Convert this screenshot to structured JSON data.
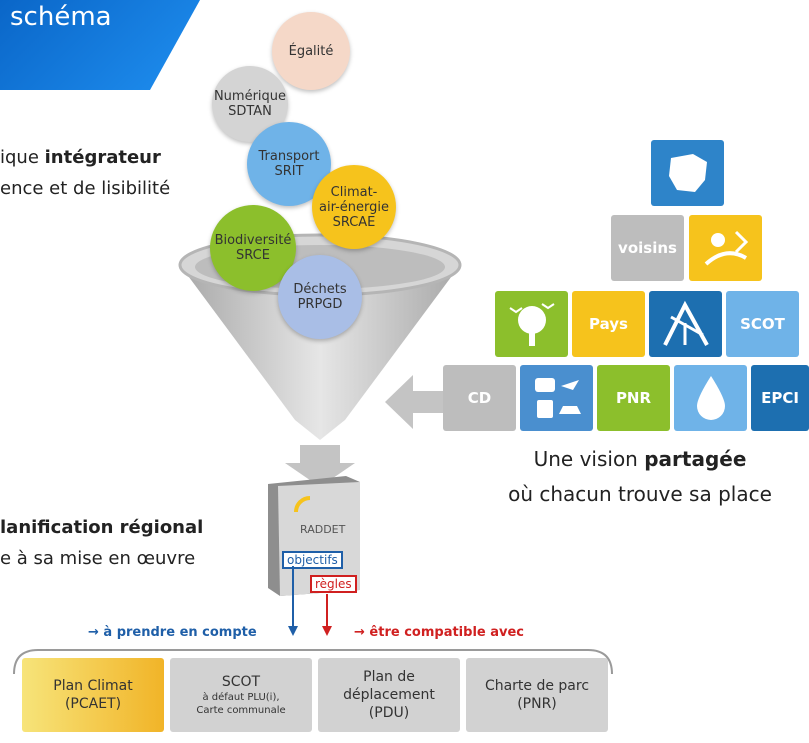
{
  "banner": {
    "title": "schéma"
  },
  "left_text": {
    "line1_prefix": "ique ",
    "line1_bold": "intégrateur",
    "line2": "ence et de lisibilité",
    "line3_bold": "lanification régional",
    "line4": "e à sa mise en œuvre"
  },
  "circles": [
    {
      "label": "Égalité",
      "color": "#f5d8c8"
    },
    {
      "label_1": "Numérique",
      "label_2": "SDTAN",
      "color": "#d4d4d4"
    },
    {
      "label_1": "Transport",
      "label_2": "SRIT",
      "color": "#6fb3e8"
    },
    {
      "label_1": "Climat-",
      "label_2": "air-énergie",
      "label_3": "SRCAE",
      "color": "#f6c31c"
    },
    {
      "label_1": "Biodiversité",
      "label_2": "SRCE",
      "color": "#8cbf2c"
    },
    {
      "label_1": "Déchets",
      "label_2": "PRPGD",
      "color": "#a9bee6"
    }
  ],
  "tiles": {
    "row1": [
      {
        "name": "region-map",
        "color": "#2e84c9"
      }
    ],
    "row2": [
      {
        "label": "voisins",
        "color": "#bdbdbd"
      },
      {
        "name": "coastal-nature",
        "color": "#f6c31c"
      }
    ],
    "row3": [
      {
        "name": "tree-bird",
        "color": "#8cbf2c"
      },
      {
        "label": "Pays",
        "color": "#f6c31c"
      },
      {
        "name": "roads-network",
        "color": "#1d6fb0"
      },
      {
        "label": "SCOT",
        "color": "#6fb3e8"
      }
    ],
    "row4": [
      {
        "label": "CD",
        "color": "#bdbdbd"
      },
      {
        "name": "transport-modes",
        "color": "#4a8fcf"
      },
      {
        "label": "PNR",
        "color": "#8cbf2c"
      },
      {
        "name": "water-drop",
        "color": "#6fb3e8"
      },
      {
        "label": "EPCI",
        "color": "#1d6fb0"
      }
    ]
  },
  "vision": {
    "line1_prefix": "Une vision ",
    "line1_bold": "partagée",
    "line2": "où chacun trouve sa place"
  },
  "book": {
    "title": "RADDET",
    "tag_objectifs": "objectifs",
    "tag_regles": "règles"
  },
  "legend": {
    "take_into_account": "→ à prendre en compte",
    "compatible": "→ être compatible avec"
  },
  "boxes": [
    {
      "label_1": "Plan Climat",
      "label_2": "(PCAET)"
    },
    {
      "label_1": "SCOT",
      "small_1": "à défaut PLU(i),",
      "small_2": "Carte communale"
    },
    {
      "label_1": "Plan de",
      "label_2": "déplacement",
      "label_3": "(PDU)"
    },
    {
      "label_1": "Charte de parc",
      "label_2": "(PNR)"
    }
  ],
  "colors": {
    "blue_arrow": "#1f5fa8",
    "red_arrow": "#d02020",
    "funnel": "#c9c9c9"
  }
}
